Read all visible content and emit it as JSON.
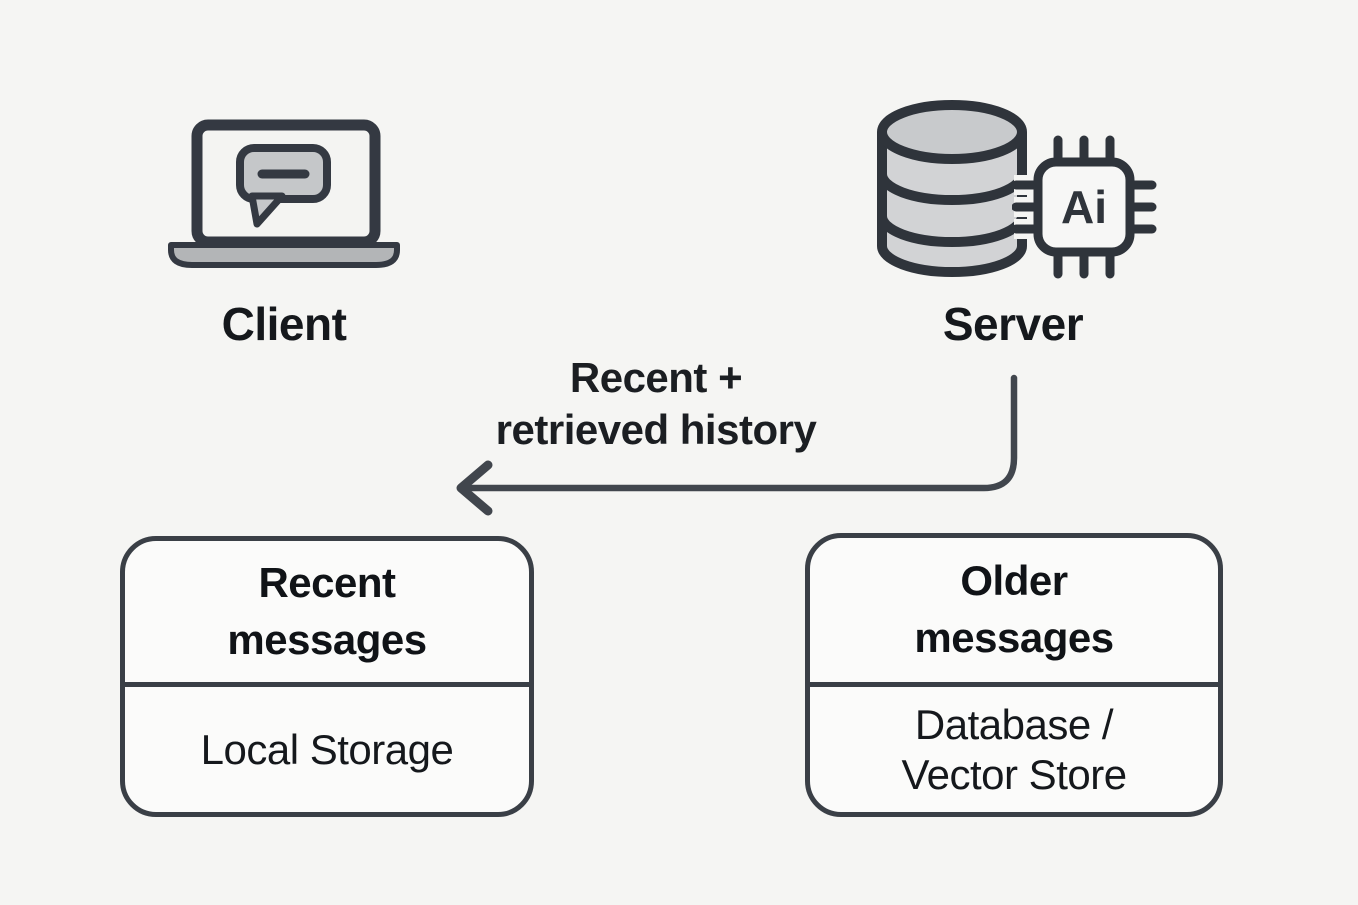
{
  "colors": {
    "background": "#f5f5f3",
    "ink": "#31363d",
    "icon_gray": "#c7c9cb",
    "icon_gray_light": "#d2d3d5",
    "box_fill": "#fbfbfa",
    "box_border": "#3a3f46",
    "text": "#15181c",
    "arrow": "#41464d"
  },
  "client": {
    "label": "Client",
    "icon": "laptop-chat-icon"
  },
  "server": {
    "label": "Server",
    "icons": [
      "database-icon",
      "ai-chip-icon"
    ],
    "chip_text": "Ai"
  },
  "flow": {
    "label": "Recent +\nretrieved history",
    "direction": "server-to-client"
  },
  "boxes": [
    {
      "title": "Recent\nmessages",
      "subtitle": "Local Storage"
    },
    {
      "title": "Older\nmessages",
      "subtitle": "Database /\nVector Store"
    }
  ]
}
